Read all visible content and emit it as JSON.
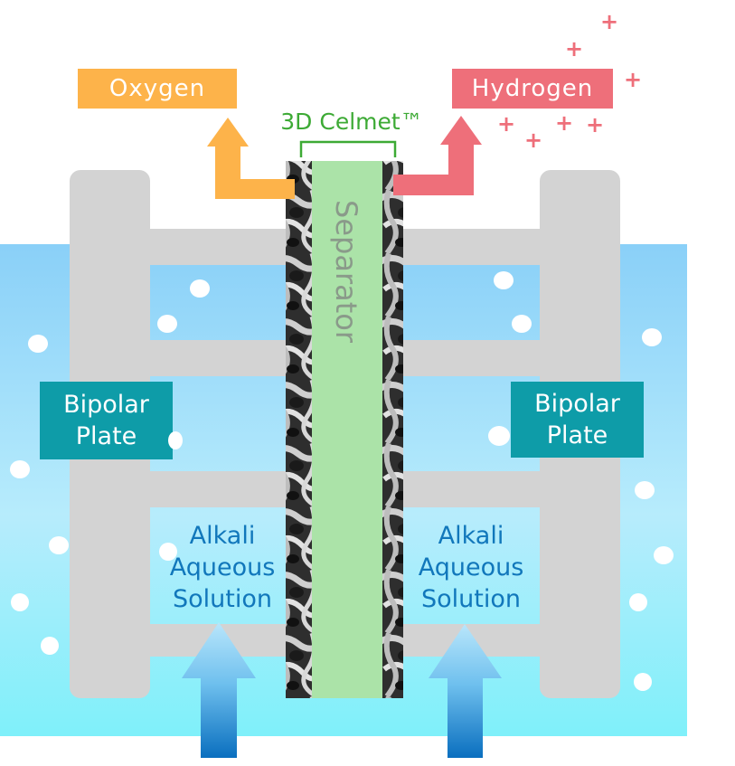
{
  "labels": {
    "oxygen": "Oxygen",
    "hydrogen": "Hydrogen",
    "celmet": "3D Celmet™",
    "separator": "Separator",
    "bipolar_left": "Bipolar\nPlate",
    "bipolar_right": "Bipolar\nPlate",
    "alkali_left": "Alkali\nAqueous\nSolution",
    "alkali_right": "Alkali\nAqueous\nSolution",
    "plus": "+"
  },
  "colors": {
    "oxygen": "#fdb34a",
    "hydrogen": "#ee6f7a",
    "celmet": "#3daa35",
    "separator": "#abe3a8",
    "bipolar_box": "#0e9ca8",
    "plate_gray": "#d3d3d3",
    "alkali_text": "#1177bb",
    "water_top": "#8ad0f8",
    "water_bottom": "#7ff0fa",
    "arrow_top": "#b9e6fb",
    "arrow_bottom": "#0a6fbf"
  }
}
